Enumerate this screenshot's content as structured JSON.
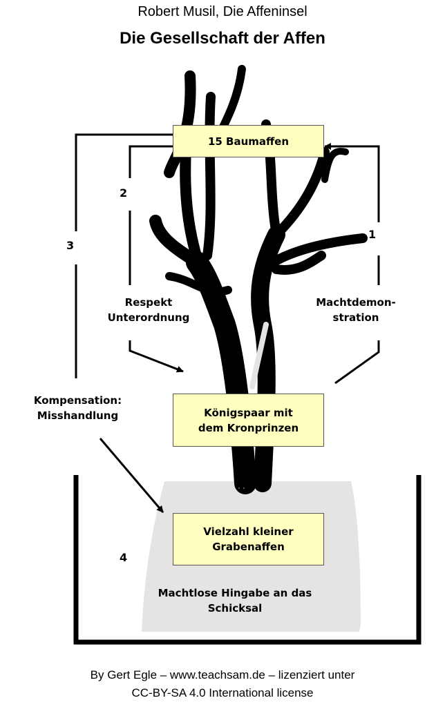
{
  "title": "Robert Musil, Die Affeninsel",
  "subtitle": "Die Gesellschaft der Affen",
  "boxes": {
    "top": "15 Baumaffen",
    "middle": [
      "Königspaar mit",
      "dem Kronprinzen"
    ],
    "bottom": [
      "Vielzahl kleiner",
      "Grabenaffen"
    ]
  },
  "labels": {
    "respekt": [
      "Respekt",
      "Unterordnung"
    ],
    "macht": [
      "Machtdemon-",
      "stration"
    ],
    "kompensation": [
      "Kompensation:",
      "Misshandlung"
    ],
    "hingabe": [
      "Machtlose Hingabe an das",
      "Schicksal"
    ]
  },
  "numbers": {
    "n1": "1",
    "n2": "2",
    "n3": "3",
    "n4": "4"
  },
  "footer": [
    "By Gert Egle – www.teachsam.de – lizenziert unter",
    "CC-BY-SA 4.0 International license"
  ],
  "colors": {
    "box": "#ffffc0",
    "mound": "#e6e4e2"
  }
}
